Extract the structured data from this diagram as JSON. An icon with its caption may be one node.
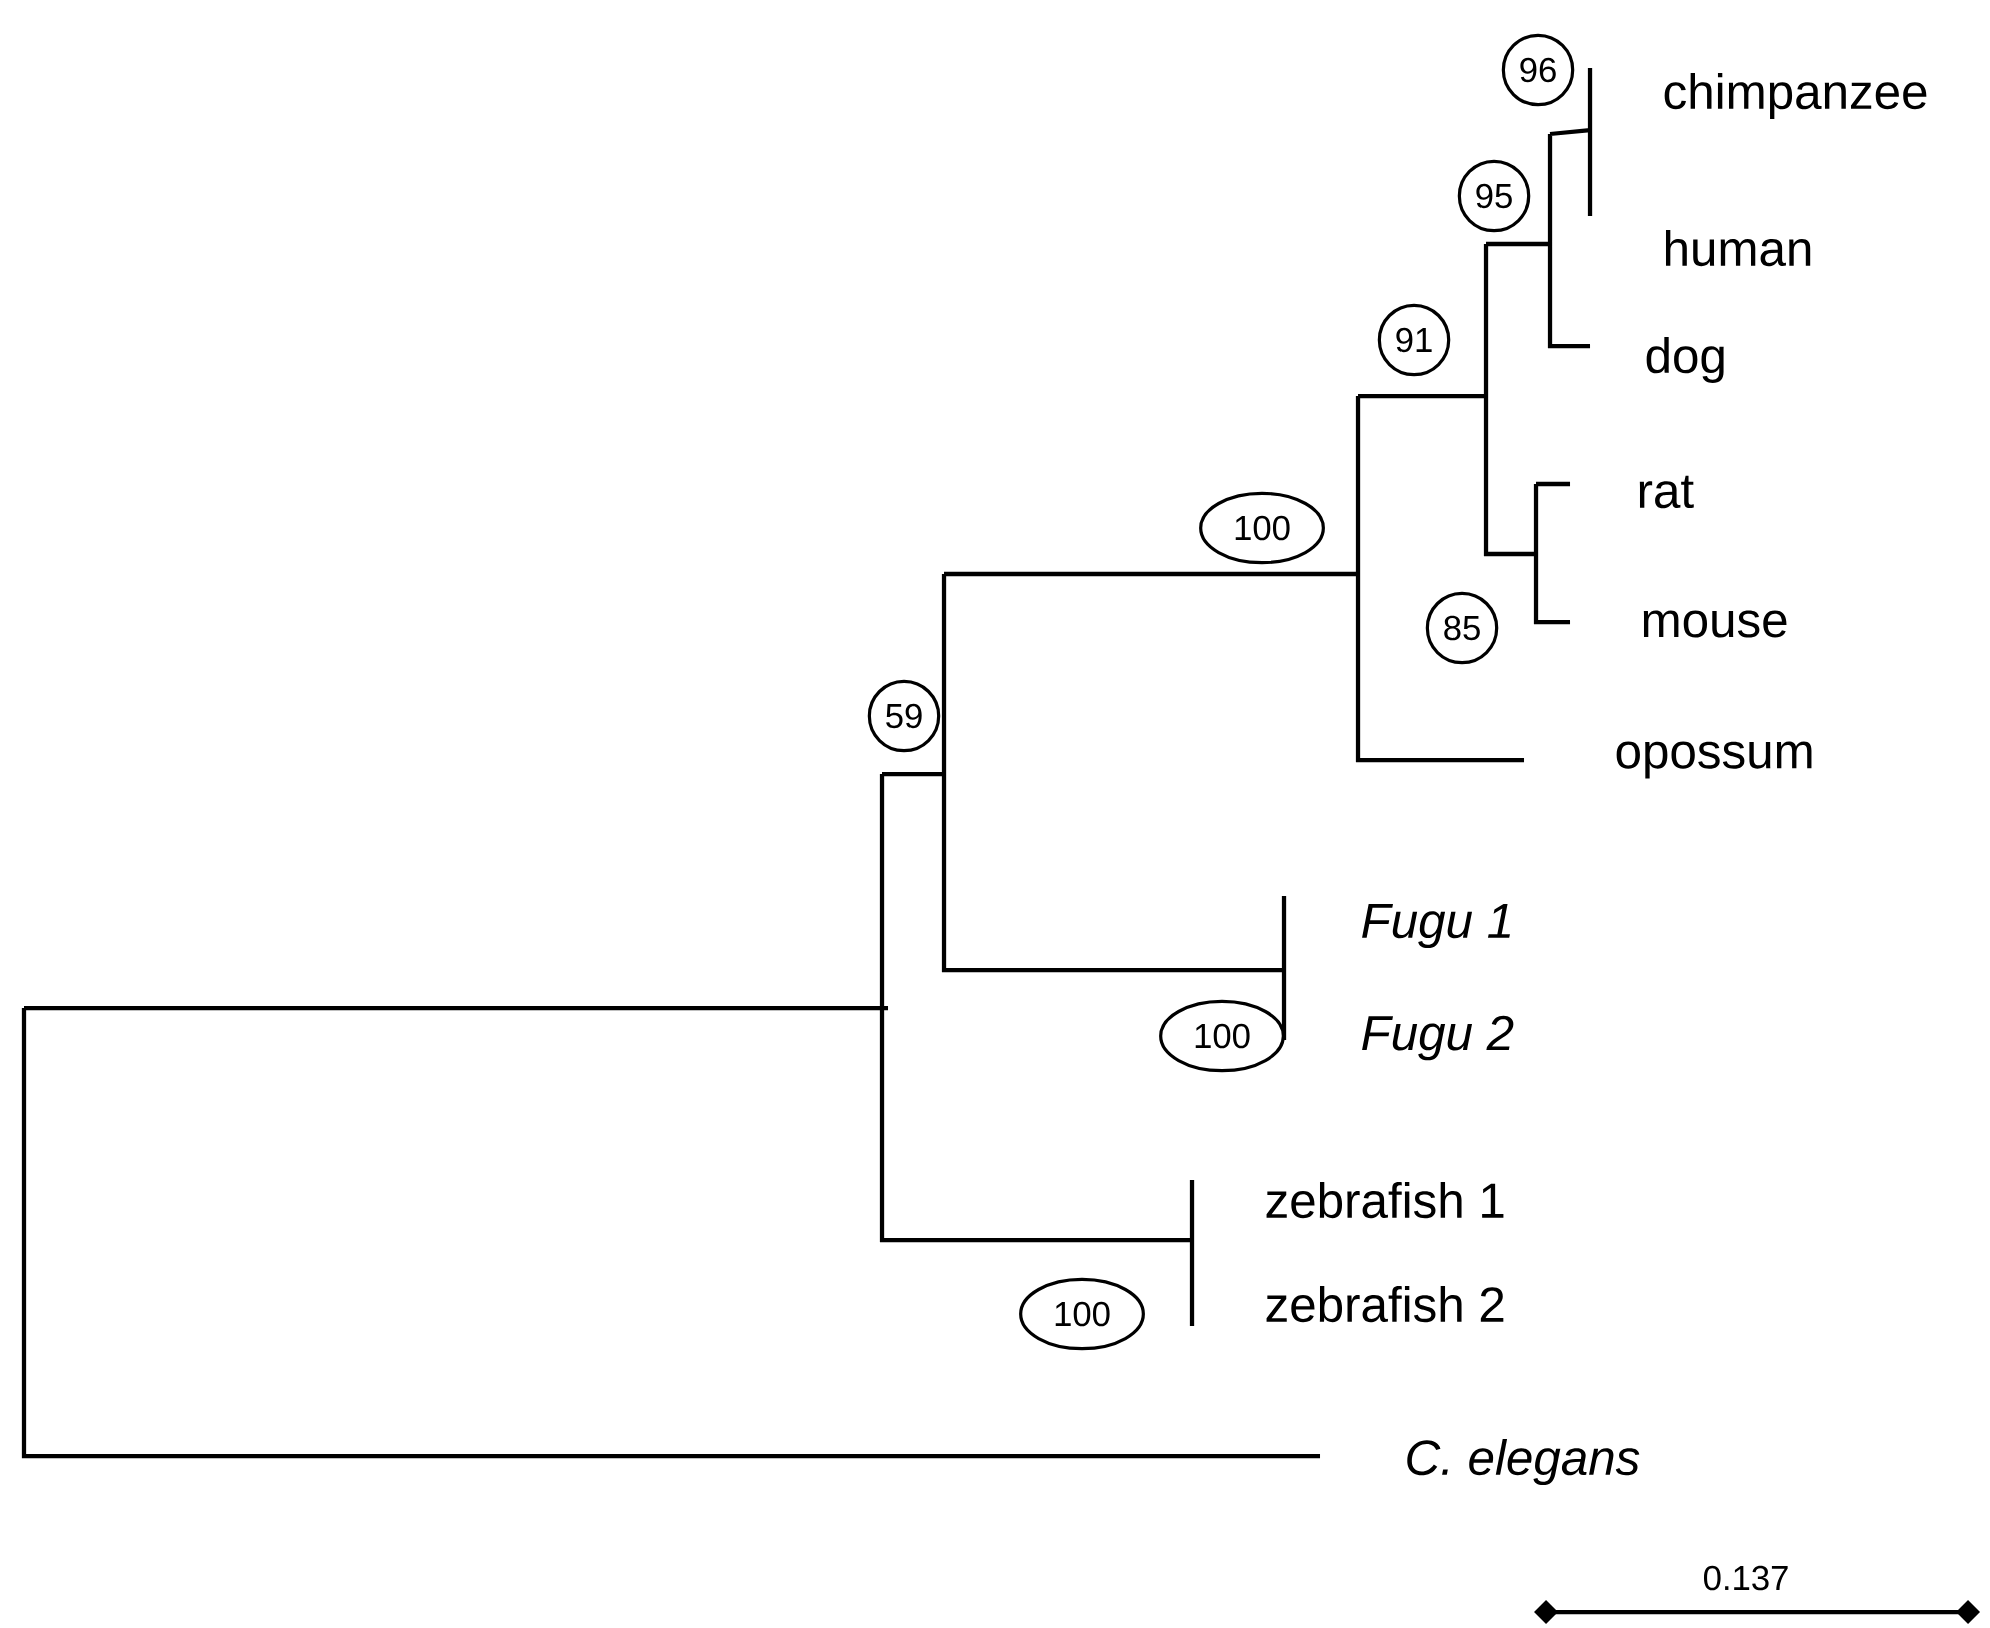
{
  "diagram": {
    "nodes": [
      {
        "text": [
          "96"
        ]
      },
      {
        "text": [
          "95"
        ]
      },
      {
        "text": [
          "91"
        ]
      },
      {
        "text": [
          "100"
        ]
      },
      {
        "text": [
          "85"
        ]
      },
      {
        "text": [
          "59"
        ]
      },
      {
        "text": [
          "100"
        ]
      },
      {
        "text": [
          "100"
        ]
      }
    ],
    "labels": [
      "chimpanzee",
      "human",
      "dog",
      "rat",
      "mouse",
      "opossum",
      "Fugu 1",
      "Fugu 2",
      "zebrafish 1",
      "zebrafish 2",
      "C. elegans",
      "0.137"
    ]
  }
}
